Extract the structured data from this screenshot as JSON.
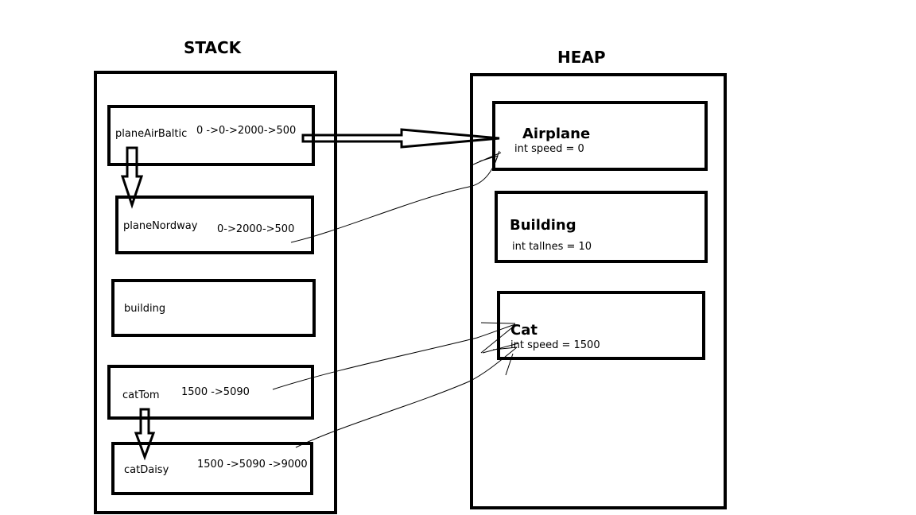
{
  "stack": {
    "title": "STACK",
    "vars": [
      {
        "name": "planeAirBaltic",
        "value": "0 ->0->2000->500"
      },
      {
        "name": "planeNordway",
        "value": "0->2000->500"
      },
      {
        "name": "building",
        "value": ""
      },
      {
        "name": "catTom",
        "value": "1500 ->5090"
      },
      {
        "name": "catDaisy",
        "value": "1500 ->5090 ->9000"
      }
    ]
  },
  "heap": {
    "title": "HEAP",
    "objects": [
      {
        "class": "Airplane",
        "field": "int speed = 0"
      },
      {
        "class": "Building",
        "field": "int tallnes = 10"
      },
      {
        "class": "Cat",
        "field": "int speed = 1500"
      }
    ]
  }
}
